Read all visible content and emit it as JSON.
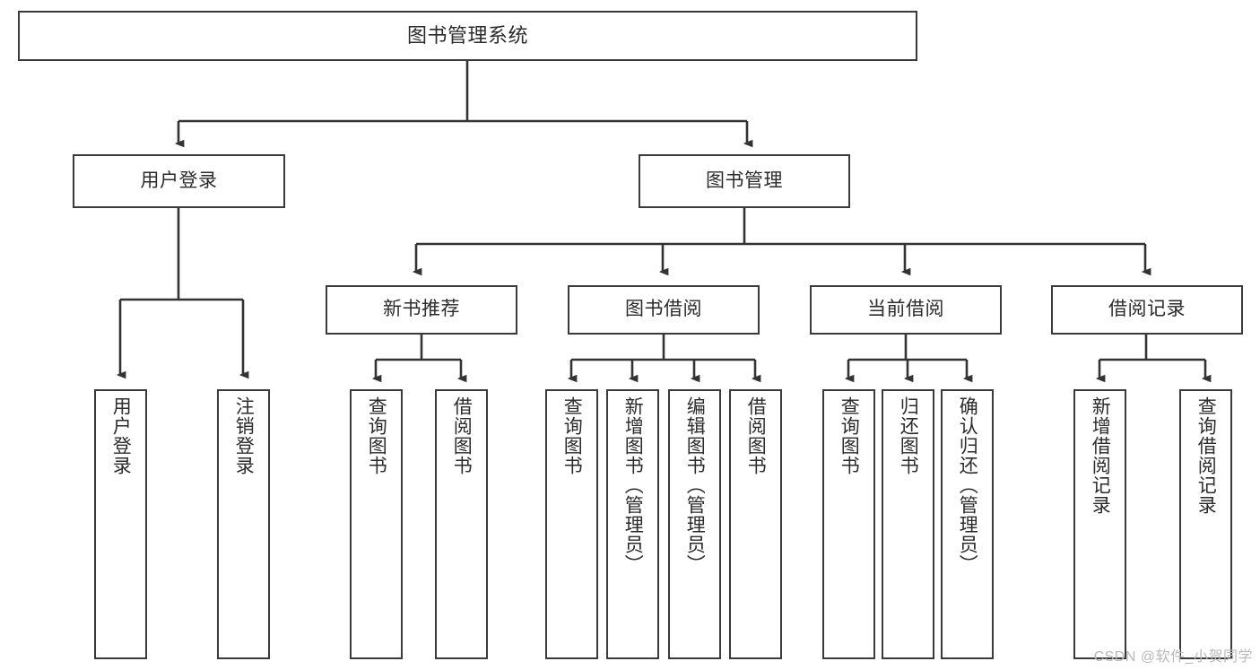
{
  "diagram": {
    "title": "图书管理系统",
    "type": "tree-hierarchy-diagram",
    "colors": {
      "box_border": "#3a3a3a",
      "box_fill": "#ffffff",
      "connector": "#333333",
      "text": "#2b2b2b",
      "watermark": "#b9b9b9",
      "background": "#ffffff"
    },
    "watermark": "CSDN @软件_小贺同学"
  },
  "nodes": {
    "root": {
      "label": "图书管理系统"
    },
    "level1": [
      {
        "key": "user_login",
        "label": "用户登录"
      },
      {
        "key": "book_manage",
        "label": "图书管理"
      }
    ],
    "level2": [
      {
        "key": "new_book_rec",
        "label": "新书推荐"
      },
      {
        "key": "book_borrow",
        "label": "图书借阅"
      },
      {
        "key": "current_borrow",
        "label": "当前借阅"
      },
      {
        "key": "borrow_record",
        "label": "借阅记录"
      }
    ],
    "leaves": {
      "user_login": [
        {
          "key": "leaf_user_login",
          "label": "用户登录"
        },
        {
          "key": "leaf_logout",
          "label": "注销登录"
        }
      ],
      "new_book_rec": [
        {
          "key": "leaf_query_book_1",
          "label": "查询图书"
        },
        {
          "key": "leaf_borrow_book_1",
          "label": "借阅图书"
        }
      ],
      "book_borrow": [
        {
          "key": "leaf_query_book_2",
          "label": "查询图书"
        },
        {
          "key": "leaf_add_book",
          "label": "新增图书（管理员）"
        },
        {
          "key": "leaf_edit_book",
          "label": "编辑图书（管理员）"
        },
        {
          "key": "leaf_borrow_book_2",
          "label": "借阅图书"
        }
      ],
      "current_borrow": [
        {
          "key": "leaf_query_book_3",
          "label": "查询图书"
        },
        {
          "key": "leaf_return_book",
          "label": "归还图书"
        },
        {
          "key": "leaf_confirm_return",
          "label": "确认归还（管理员）"
        }
      ],
      "borrow_record": [
        {
          "key": "leaf_add_record",
          "label": "新增借阅记录"
        },
        {
          "key": "leaf_query_record",
          "label": "查询借阅记录"
        }
      ]
    }
  }
}
